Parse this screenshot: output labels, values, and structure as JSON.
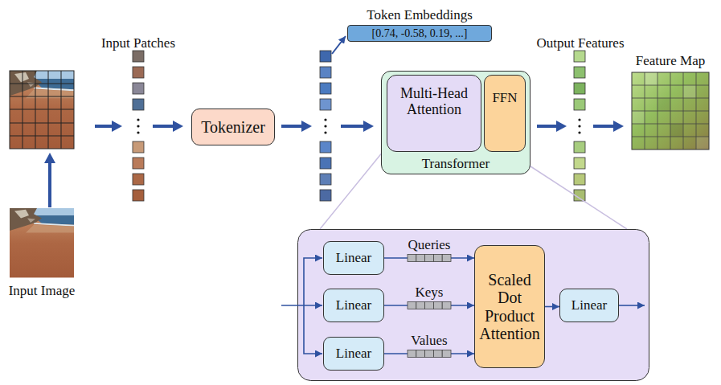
{
  "diagram": {
    "nodes": [
      {
        "text": [
          "Tokenizer"
        ]
      },
      {
        "text": [
          "Token Embeddings",
          "[0.74, -0.58, 0.19, ...]"
        ]
      },
      {
        "text": [
          "Transformer"
        ]
      },
      {
        "text": [
          "Multi-Head Attention"
        ],
        "in": 2
      },
      {
        "text": [
          "FFN"
        ],
        "in": 2
      },
      {
        "text": [
          "Linear"
        ]
      },
      {
        "text": [
          "Linear"
        ]
      },
      {
        "text": [
          "Linear"
        ]
      },
      {
        "text": [
          "Scaled Dot Product Attention"
        ]
      },
      {
        "text": [
          "Linear"
        ]
      }
    ],
    "edges": [
      {
        "from": 5,
        "to": 8,
        "arrow": "to",
        "label": "Queries"
      },
      {
        "from": 6,
        "to": 8,
        "arrow": "to",
        "label": "Keys"
      },
      {
        "from": 7,
        "to": 8,
        "arrow": "to",
        "label": "Values"
      },
      {
        "from": 8,
        "to": 9,
        "arrow": "to"
      }
    ],
    "labels": [
      "Input Patches",
      "Output Features",
      "Feature Map",
      "Input Image"
    ]
  }
}
